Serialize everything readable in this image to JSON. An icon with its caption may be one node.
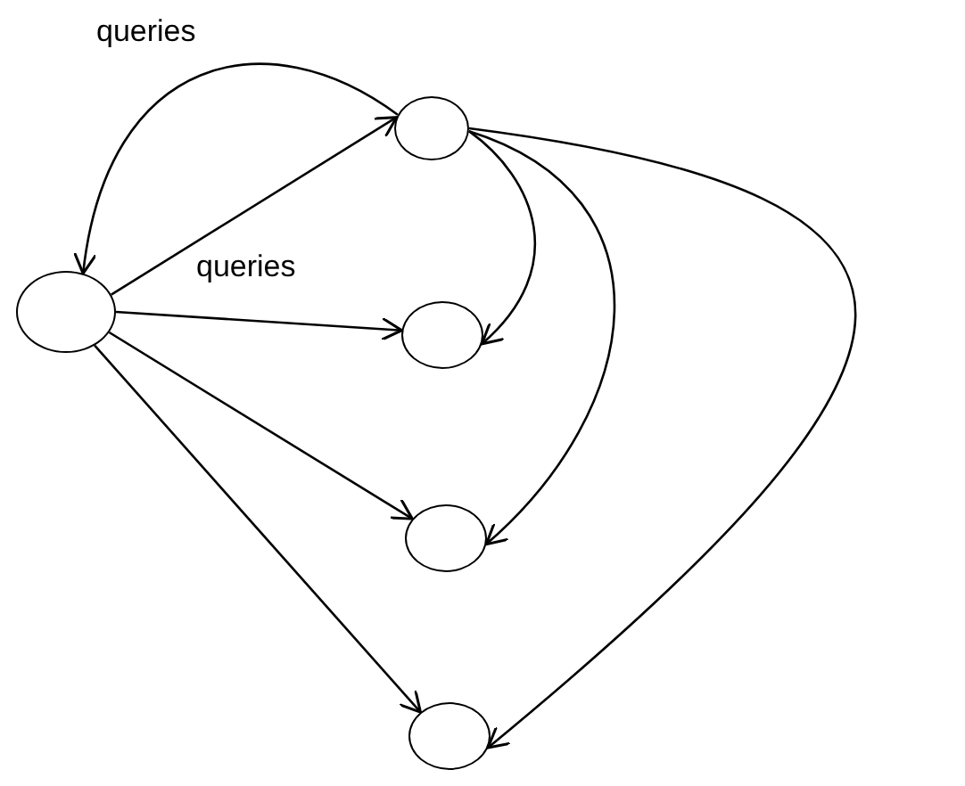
{
  "diagram": {
    "nodes": [
      {
        "text": [],
        "shape": "circle"
      },
      {
        "text": [],
        "shape": "circle"
      },
      {
        "text": [],
        "shape": "circle"
      },
      {
        "text": [],
        "shape": "circle"
      },
      {
        "text": [],
        "shape": "circle"
      }
    ],
    "edges": [
      {
        "from": 0,
        "to": 1,
        "arrow": "to",
        "label": "queries"
      },
      {
        "from": 1,
        "to": 0,
        "arrow": "to"
      },
      {
        "from": 1,
        "to": 2,
        "arrow": "to",
        "label": "queries"
      },
      {
        "from": 1,
        "to": 3,
        "arrow": "to"
      },
      {
        "from": 1,
        "to": 4,
        "arrow": "to"
      },
      {
        "from": 0,
        "to": 2,
        "arrow": "to"
      },
      {
        "from": 0,
        "to": 3,
        "arrow": "to"
      },
      {
        "from": 0,
        "to": 4,
        "arrow": "to"
      }
    ]
  }
}
